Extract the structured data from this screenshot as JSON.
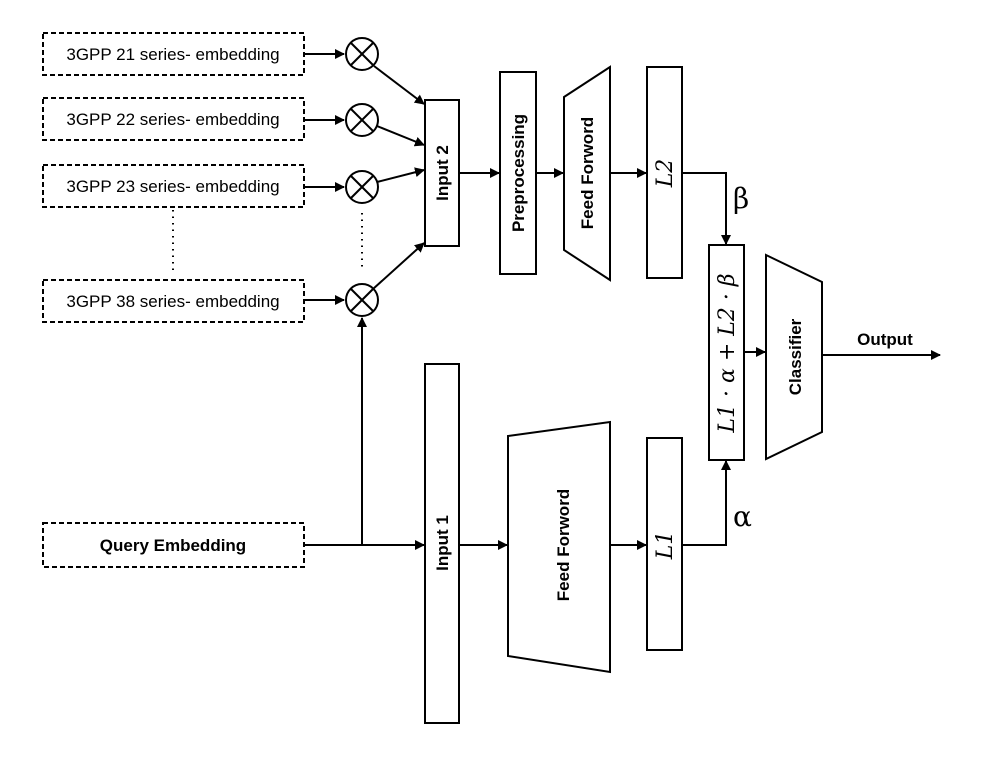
{
  "embeddings": {
    "e21": "3GPP 21 series- embedding",
    "e22": "3GPP 22 series- embedding",
    "e23": "3GPP 23 series- embedding",
    "e38": "3GPP 38 series- embedding",
    "query": "Query Embedding"
  },
  "blocks": {
    "input2": "Input 2",
    "input1": "Input 1",
    "preprocessing": "Preprocessing",
    "feedforward_top": "Feed Forword",
    "feedforward_bottom": "Feed Forword",
    "l2": "L2",
    "l1": "L1",
    "combine": "L1 · α + L2 · β",
    "classifier": "Classifier"
  },
  "labels": {
    "output": "Output",
    "beta": "β",
    "alpha": "α"
  }
}
